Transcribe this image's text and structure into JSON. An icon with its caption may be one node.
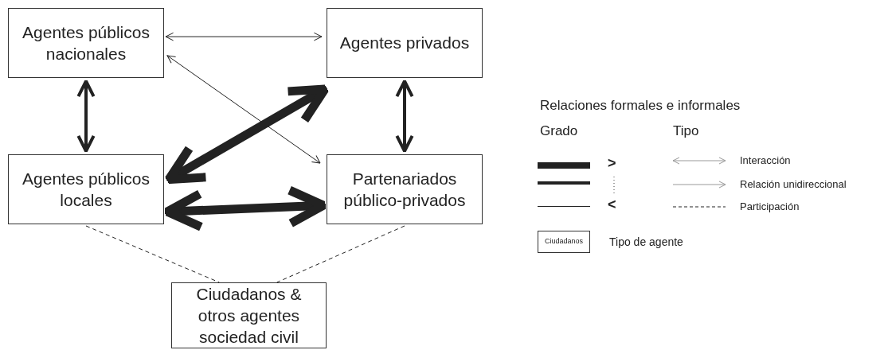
{
  "diagram": {
    "nodes": [
      {
        "text": [
          "Agentes públicos nacionales"
        ]
      },
      {
        "text": [
          "Agentes privados"
        ]
      },
      {
        "text": [
          "Agentes públicos locales"
        ]
      },
      {
        "text": [
          "Partenariados público-privados"
        ]
      },
      {
        "text": [
          "Ciudadanos & otros agentes sociedad civil"
        ]
      }
    ],
    "edges": [
      {
        "from": 0,
        "to": 1,
        "arrow": "both"
      },
      {
        "from": 0,
        "to": 3,
        "arrow": "both"
      },
      {
        "from": 0,
        "to": 2,
        "arrow": "both",
        "style": "thick"
      },
      {
        "from": 1,
        "to": 3,
        "arrow": "both",
        "style": "thick"
      },
      {
        "from": 2,
        "to": 1,
        "arrow": "both",
        "style": "thick"
      },
      {
        "from": 2,
        "to": 3,
        "arrow": "both",
        "style": "thick"
      },
      {
        "from": 2,
        "to": 4,
        "arrow": "none",
        "style": "dashed"
      },
      {
        "from": 3,
        "to": 4,
        "arrow": "none",
        "style": "dashed"
      }
    ],
    "labels": [
      "Relaciones formales e informales",
      "Grado",
      "Tipo",
      ">",
      "<",
      "Ciudadanos"
    ],
    "legend": [
      {
        "text": "Interacción"
      },
      {
        "text": "Relación unidireccional"
      },
      {
        "text": "Participación"
      },
      {
        "text": "Tipo de agente"
      }
    ]
  }
}
